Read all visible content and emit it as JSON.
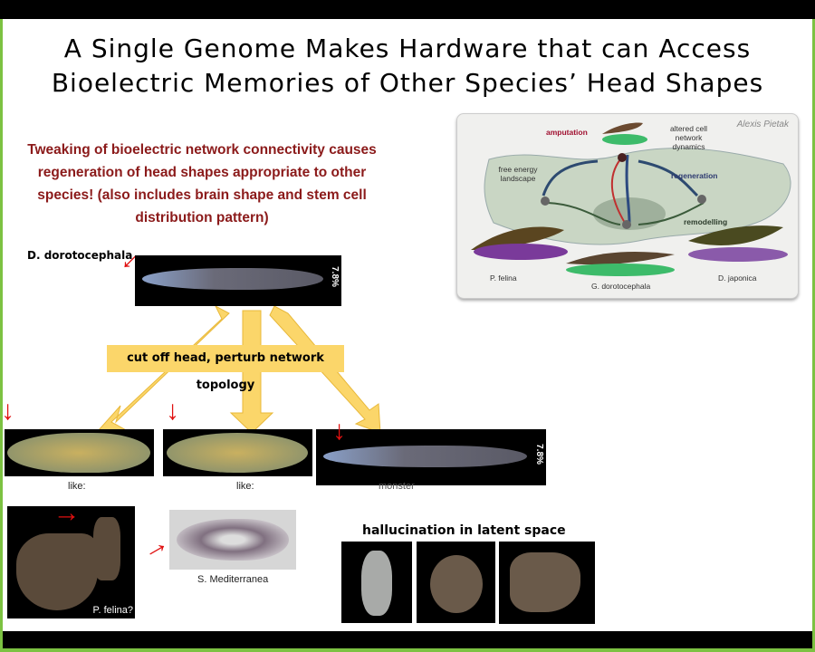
{
  "slide": {
    "title_line1": "A Single Genome Makes Hardware that can Access",
    "title_line2": "Bioelectric Memories of Other Species’ Head Shapes",
    "intro": "Tweaking of bioelectric network connectivity causes regeneration of head shapes appropriate to other species! (also includes brain shape and stem cell distribution pattern)",
    "source_label": "D. dorotocephala",
    "banner": "cut off head, perturb network topology",
    "scale_pct": "7.8%",
    "outcomes": [
      {
        "caption": "like:"
      },
      {
        "caption": "like:"
      },
      {
        "caption": "monster"
      }
    ],
    "examples": [
      {
        "caption": "P. felina?"
      },
      {
        "caption": "S. Mediterranea"
      }
    ],
    "latent_heading": "hallucination in latent space"
  },
  "diagram": {
    "credit": "Alexis Pietak",
    "amputation": "amputation",
    "altered": "altered cell network dynamics",
    "landscape": "free energy landscape",
    "regeneration": "regeneration",
    "remodelling": "remodelling",
    "species": [
      "P. felina",
      "G. dorotocephala",
      "D. japonica"
    ]
  },
  "colors": {
    "frame": "#7cc242",
    "intro": "#8b1a1a",
    "banner": "#fbd66a",
    "arrow": "#e01010"
  }
}
